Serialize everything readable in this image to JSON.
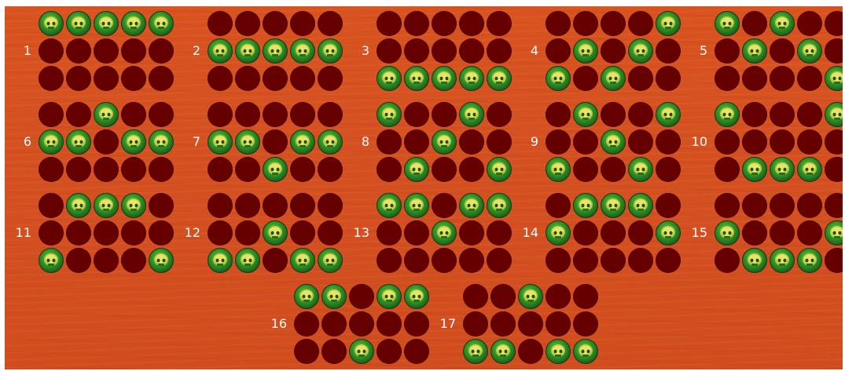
{
  "board": {
    "background_color": "#d45020",
    "empty_color": "#660000",
    "symbol_color": "#2e8f25"
  },
  "symbol_icon": "green-skull-icon",
  "lines": [
    {
      "number": "1",
      "pattern": [
        [
          1,
          1,
          1,
          1,
          1
        ],
        [
          0,
          0,
          0,
          0,
          0
        ],
        [
          0,
          0,
          0,
          0,
          0
        ]
      ]
    },
    {
      "number": "2",
      "pattern": [
        [
          0,
          0,
          0,
          0,
          0
        ],
        [
          1,
          1,
          1,
          1,
          1
        ],
        [
          0,
          0,
          0,
          0,
          0
        ]
      ]
    },
    {
      "number": "3",
      "pattern": [
        [
          0,
          0,
          0,
          0,
          0
        ],
        [
          0,
          0,
          0,
          0,
          0
        ],
        [
          1,
          1,
          1,
          1,
          1
        ]
      ]
    },
    {
      "number": "4",
      "pattern": [
        [
          0,
          0,
          0,
          0,
          1
        ],
        [
          0,
          1,
          0,
          1,
          0
        ],
        [
          1,
          0,
          1,
          0,
          0
        ]
      ]
    },
    {
      "number": "5",
      "pattern": [
        [
          1,
          0,
          1,
          0,
          0
        ],
        [
          0,
          1,
          0,
          1,
          0
        ],
        [
          0,
          0,
          0,
          0,
          1
        ]
      ]
    },
    {
      "number": "6",
      "pattern": [
        [
          0,
          0,
          1,
          0,
          0
        ],
        [
          1,
          1,
          0,
          1,
          1
        ],
        [
          0,
          0,
          0,
          0,
          0
        ]
      ]
    },
    {
      "number": "7",
      "pattern": [
        [
          0,
          0,
          0,
          0,
          0
        ],
        [
          1,
          1,
          0,
          1,
          1
        ],
        [
          0,
          0,
          1,
          0,
          0
        ]
      ]
    },
    {
      "number": "8",
      "pattern": [
        [
          1,
          0,
          0,
          1,
          0
        ],
        [
          0,
          0,
          1,
          0,
          0
        ],
        [
          0,
          1,
          0,
          0,
          1
        ]
      ]
    },
    {
      "number": "9",
      "pattern": [
        [
          0,
          1,
          0,
          0,
          1
        ],
        [
          0,
          0,
          1,
          0,
          0
        ],
        [
          1,
          0,
          0,
          1,
          0
        ]
      ]
    },
    {
      "number": "10",
      "pattern": [
        [
          1,
          0,
          0,
          0,
          1
        ],
        [
          0,
          0,
          0,
          0,
          0
        ],
        [
          0,
          1,
          1,
          1,
          0
        ]
      ]
    },
    {
      "number": "11",
      "pattern": [
        [
          0,
          1,
          1,
          1,
          0
        ],
        [
          0,
          0,
          0,
          0,
          0
        ],
        [
          1,
          0,
          0,
          0,
          1
        ]
      ]
    },
    {
      "number": "12",
      "pattern": [
        [
          0,
          0,
          0,
          0,
          0
        ],
        [
          0,
          0,
          1,
          0,
          0
        ],
        [
          1,
          1,
          0,
          1,
          1
        ]
      ]
    },
    {
      "number": "13",
      "pattern": [
        [
          1,
          1,
          0,
          1,
          1
        ],
        [
          0,
          0,
          1,
          0,
          0
        ],
        [
          0,
          0,
          0,
          0,
          0
        ]
      ]
    },
    {
      "number": "14",
      "pattern": [
        [
          0,
          1,
          1,
          1,
          0
        ],
        [
          1,
          0,
          0,
          0,
          1
        ],
        [
          0,
          0,
          0,
          0,
          0
        ]
      ]
    },
    {
      "number": "15",
      "pattern": [
        [
          0,
          0,
          0,
          0,
          0
        ],
        [
          1,
          0,
          0,
          0,
          1
        ],
        [
          0,
          1,
          1,
          1,
          0
        ]
      ]
    },
    {
      "number": "16",
      "pattern": [
        [
          1,
          1,
          0,
          1,
          1
        ],
        [
          0,
          0,
          0,
          0,
          0
        ],
        [
          0,
          0,
          1,
          0,
          0
        ]
      ]
    },
    {
      "number": "17",
      "pattern": [
        [
          0,
          0,
          1,
          0,
          0
        ],
        [
          0,
          0,
          0,
          0,
          0
        ],
        [
          1,
          1,
          0,
          1,
          1
        ]
      ]
    }
  ]
}
